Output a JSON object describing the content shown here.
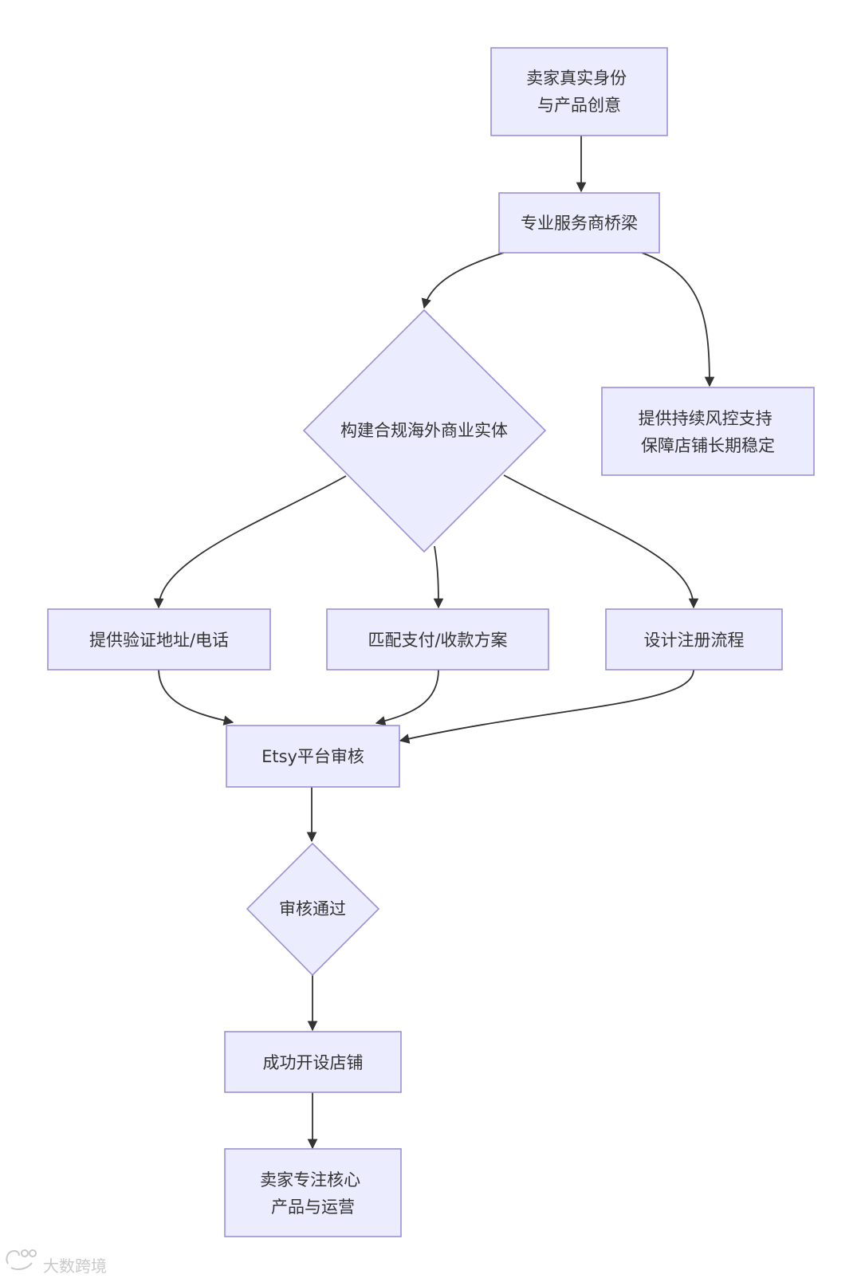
{
  "diagram": {
    "nodes": {
      "n1": [
        "卖家真实身份",
        "与产品创意"
      ],
      "n2": [
        "专业服务商桥梁"
      ],
      "n3": [
        "构建合规海外商业实体"
      ],
      "n4": [
        "提供持续风控支持",
        "保障店铺长期稳定"
      ],
      "n5": [
        "提供验证地址/电话"
      ],
      "n6": [
        "匹配支付/收款方案"
      ],
      "n7": [
        "设计注册流程"
      ],
      "n8": [
        "Etsy平台审核"
      ],
      "n9": [
        "审核通过"
      ],
      "n10": [
        "成功开设店铺"
      ],
      "n11": [
        "卖家专注核心",
        "产品与运营"
      ]
    },
    "colors": {
      "node_fill": "#ececff",
      "node_stroke": "#9b8fd6",
      "edge": "#333333",
      "text": "#333333"
    }
  },
  "watermark": {
    "text": "大数跨境",
    "icon": "brand-logo-icon"
  }
}
